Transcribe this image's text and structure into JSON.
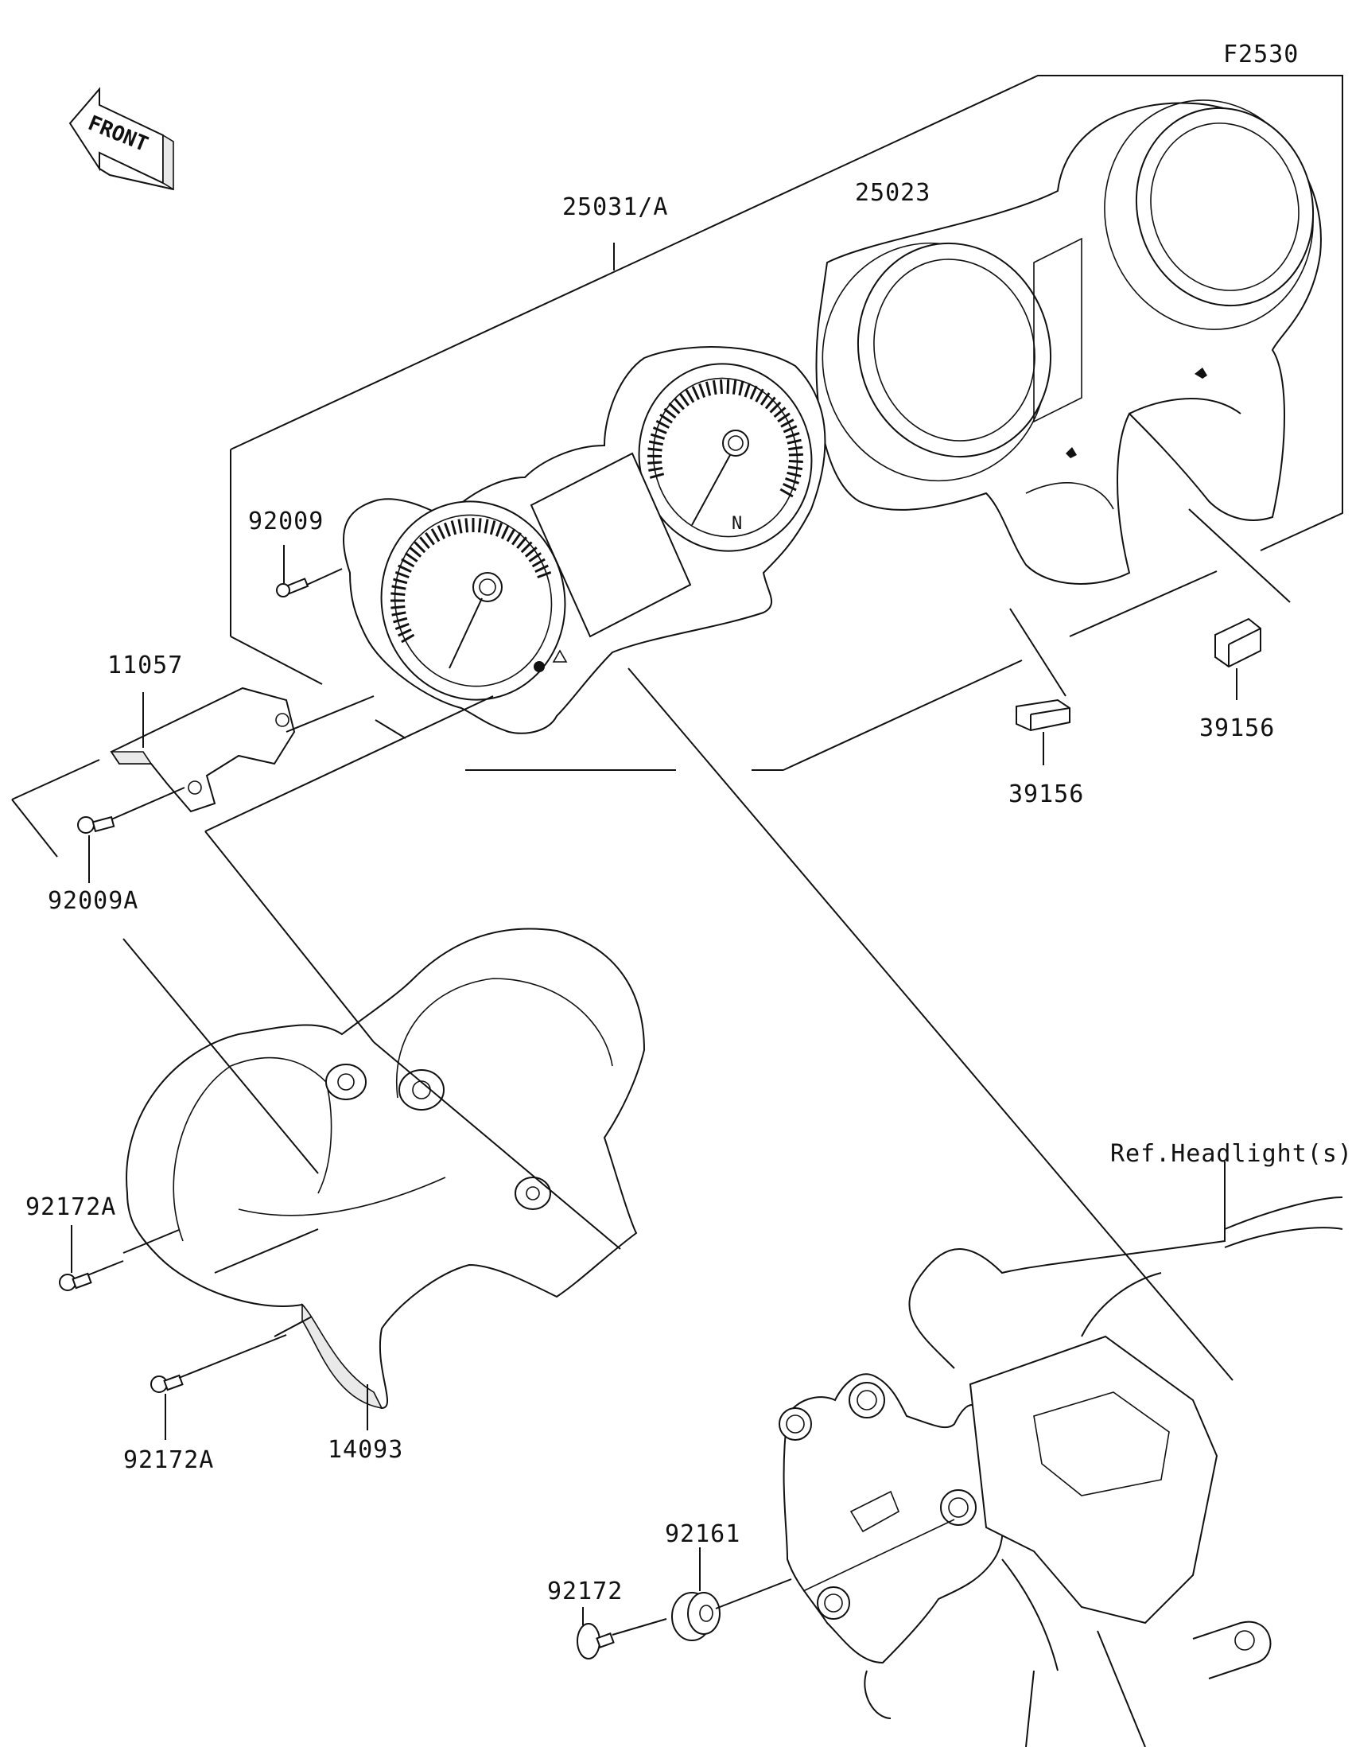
{
  "figure_code": "F2530",
  "front_label": "FRONT",
  "labels": {
    "p25031a": "25031/A",
    "p25023": "25023",
    "p92009": "92009",
    "p11057": "11057",
    "p92009a": "92009A",
    "p39156_right": "39156",
    "p39156_center": "39156",
    "p92172a_left": "92172A",
    "p92172a_bottom": "92172A",
    "p14093": "14093",
    "p92161": "92161",
    "p92172": "92172",
    "ref_headlight": "Ref.Headlight(s)"
  }
}
